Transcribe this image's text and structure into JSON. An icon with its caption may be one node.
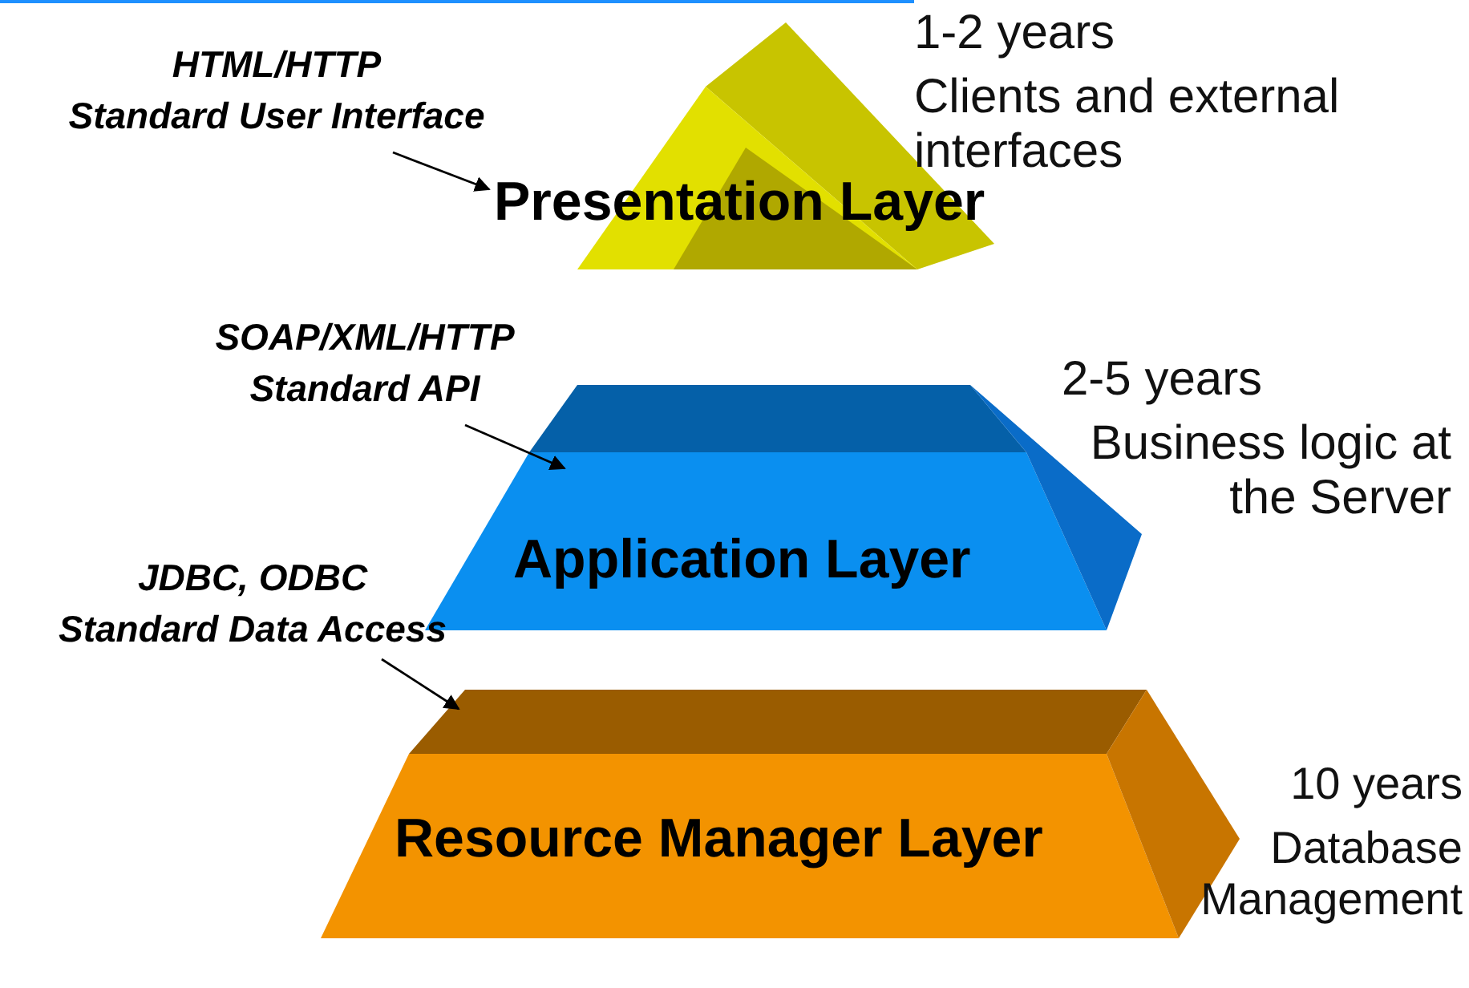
{
  "diagram": {
    "nodes": [
      {
        "text": [
          "HTML/HTTP",
          "Standard User Interface"
        ]
      },
      {
        "text": [
          "Presentation Layer"
        ],
        "beside": [
          "1-2 years",
          "Clients and external interfaces"
        ]
      },
      {
        "text": [
          "SOAP/XML/HTTP",
          "Standard API"
        ]
      },
      {
        "text": [
          "Application Layer"
        ],
        "beside": [
          "2-5 years",
          "Business logic at the Server"
        ]
      },
      {
        "text": [
          "JDBC, ODBC",
          "Standard Data Access"
        ]
      },
      {
        "text": [
          "Resource Manager Layer"
        ],
        "beside": [
          "10 years",
          "Database Management"
        ]
      }
    ],
    "edges": [
      {
        "from": 0,
        "to": 1,
        "arrow": "to"
      },
      {
        "from": 2,
        "to": 3,
        "arrow": "to"
      },
      {
        "from": 4,
        "to": 5,
        "arrow": "to"
      }
    ]
  }
}
